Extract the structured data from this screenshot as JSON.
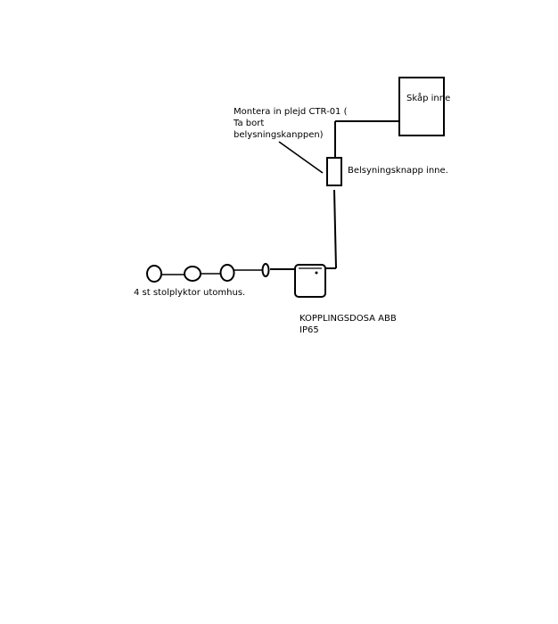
{
  "diagram": {
    "labels": {
      "cabinet": "Skåp inne",
      "mount_note": [
        "Montera in plejd CTR-01 (",
        "Ta bort",
        "belysningskanppen)"
      ],
      "switch": "Belsyningsknapp inne.",
      "lights": "4 st stolplyktor utomhus.",
      "junction_box": [
        "KOPPLINGSDOSA ABB",
        "IP65"
      ]
    },
    "colors": {
      "stroke": "#000000",
      "background": "#ffffff",
      "text": "#000000"
    }
  }
}
